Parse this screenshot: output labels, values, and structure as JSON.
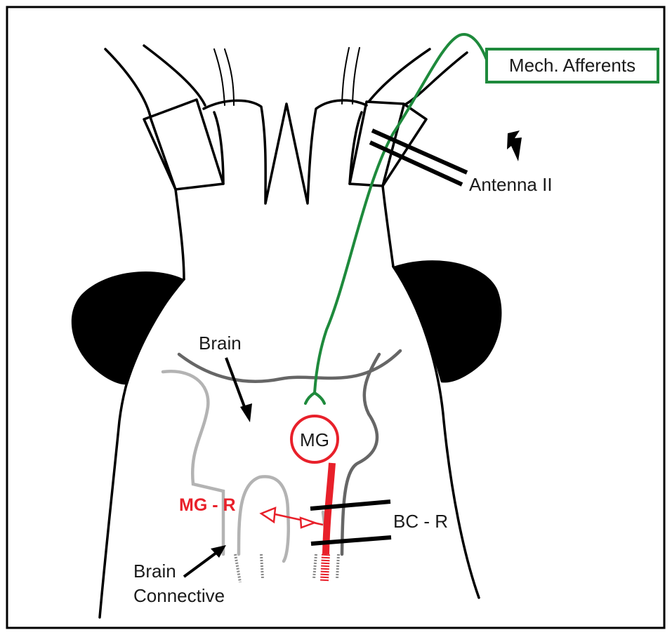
{
  "labels": {
    "mech_afferents": "Mech. Afferents",
    "antenna": "Antenna II",
    "brain": "Brain",
    "mg": "MG",
    "mg_r": "MG - R",
    "bc_r": "BC - R",
    "brain_connective_line1": "Brain",
    "brain_connective_line2": "Connective"
  },
  "colors": {
    "afferent": "#1e8a3c",
    "mg_neuron": "#e8202a",
    "outline": "#000000",
    "brain_dark": "#666666",
    "brain_light": "#b3b3b3"
  },
  "icons": {
    "stimulus": "lightning-bolt-icon"
  }
}
